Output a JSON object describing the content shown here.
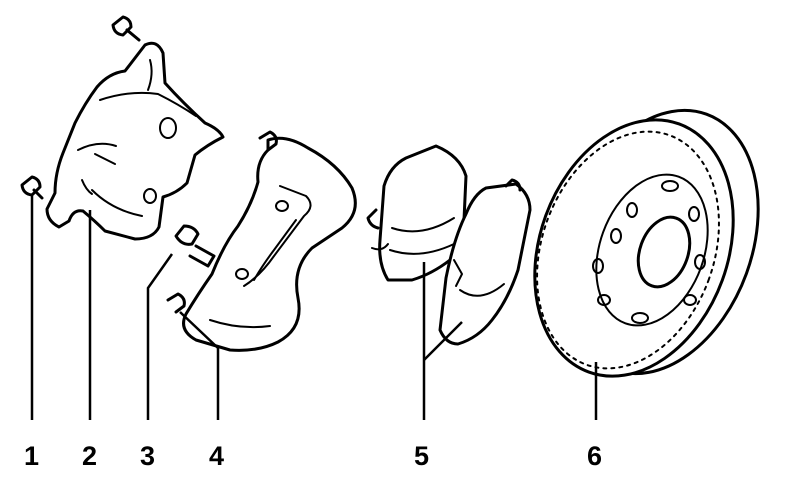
{
  "labels": {
    "l1": "1",
    "l2": "2",
    "l3": "3",
    "l4": "4",
    "l5": "5",
    "l6": "6"
  }
}
